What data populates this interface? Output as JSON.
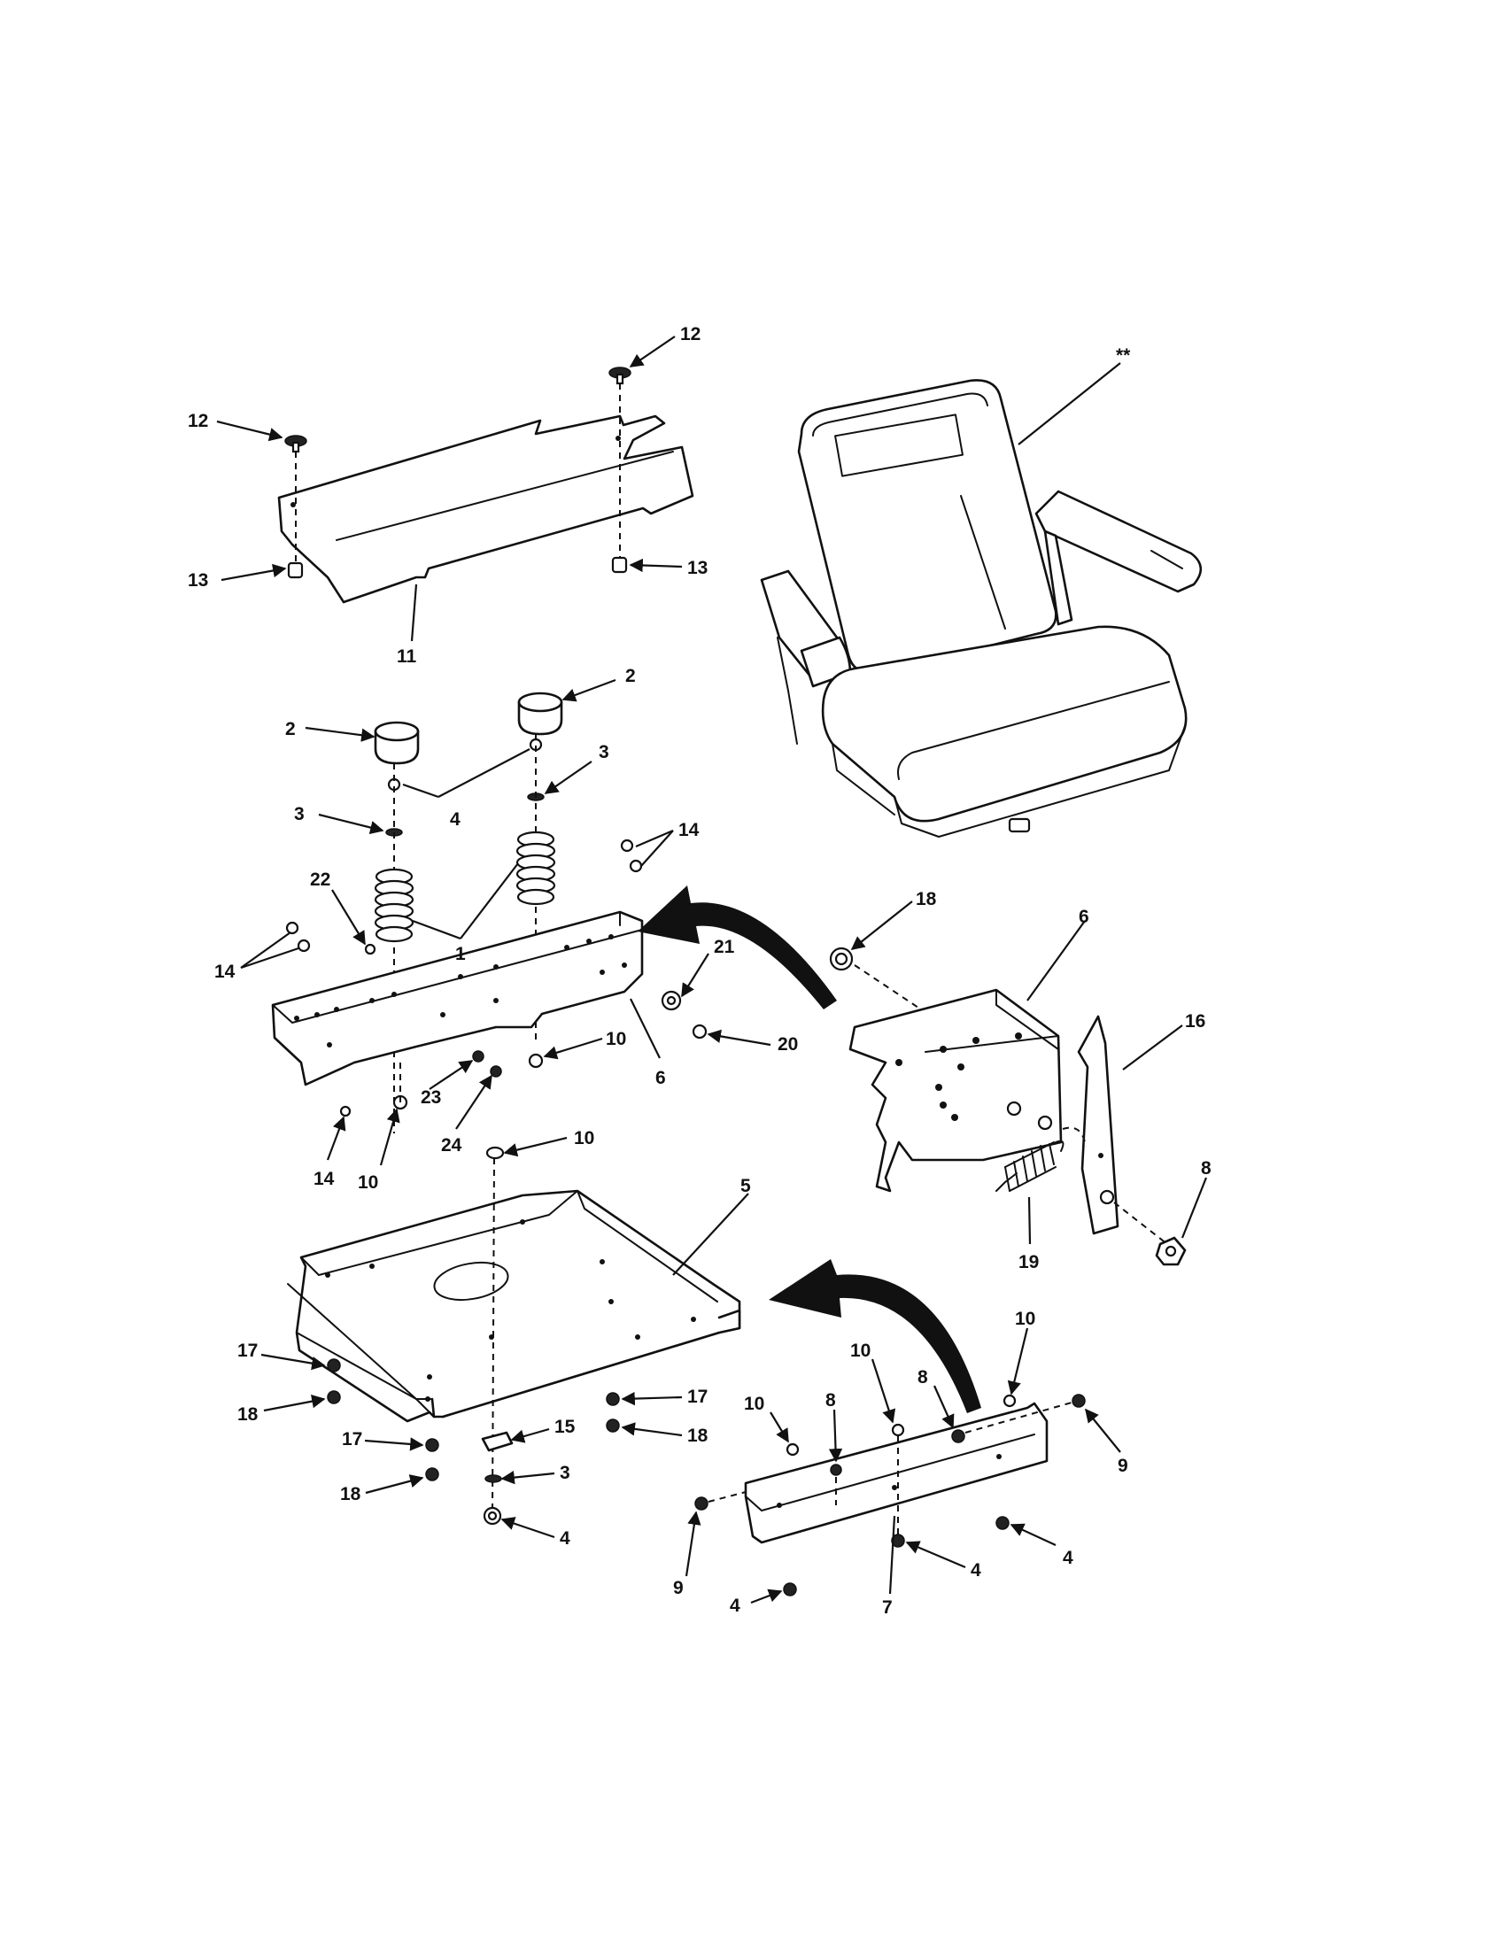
{
  "callouts": {
    "c12a": "12",
    "c12b": "12",
    "c13a": "13",
    "c13b": "13",
    "c11": "11",
    "cseat": "**",
    "c2a": "2",
    "c2b": "2",
    "c3a": "3",
    "c3b": "3",
    "c4a": "4",
    "c1": "1",
    "c14a": "14",
    "c14b": "14",
    "c14c": "14",
    "c22": "22",
    "c10a": "10",
    "c10b": "10",
    "c10c": "10",
    "c6a": "6",
    "c23": "23",
    "c24": "24",
    "c21": "21",
    "c20": "20",
    "c18a": "18",
    "c6b": "6",
    "c16": "16",
    "c8a": "8",
    "c19": "19",
    "c5": "5",
    "c17a": "17",
    "c18b": "18",
    "c17b": "17",
    "c18c": "18",
    "c17c": "17",
    "c15": "15",
    "c18d": "18",
    "c3c": "3",
    "c4b": "4",
    "c10d": "10",
    "c10e": "10",
    "c10f": "10",
    "c8b": "8",
    "c8c": "8",
    "c9a": "9",
    "c9b": "9",
    "c7": "7",
    "c4c": "4",
    "c4d": "4",
    "c4e": "4"
  }
}
